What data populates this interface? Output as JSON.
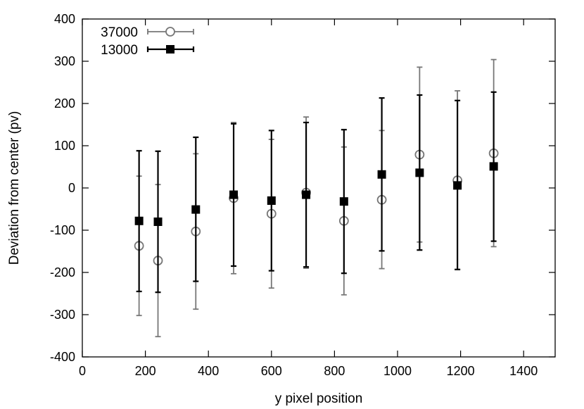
{
  "chart_data": {
    "type": "scatter",
    "xlabel": "y pixel position",
    "ylabel": "Deviation from center (pv)",
    "xlim": [
      0,
      1500
    ],
    "ylim": [
      -400,
      400
    ],
    "xticks": [
      0,
      200,
      400,
      600,
      800,
      1000,
      1200,
      1400
    ],
    "yticks": [
      -400,
      -300,
      -200,
      -100,
      0,
      100,
      200,
      300,
      400
    ],
    "grid": false,
    "legend_position": "top-left",
    "series": [
      {
        "name": "37000",
        "marker": "open-circle",
        "color": "#777777",
        "points": [
          {
            "x": 180,
            "y": -137,
            "err_low": -302,
            "err_high": 28
          },
          {
            "x": 240,
            "y": -172,
            "err_low": -352,
            "err_high": 8
          },
          {
            "x": 360,
            "y": -103,
            "err_low": -287,
            "err_high": 81
          },
          {
            "x": 480,
            "y": -24,
            "err_low": -203,
            "err_high": 155
          },
          {
            "x": 600,
            "y": -61,
            "err_low": -237,
            "err_high": 115
          },
          {
            "x": 710,
            "y": -11,
            "err_low": -190,
            "err_high": 168
          },
          {
            "x": 830,
            "y": -78,
            "err_low": -253,
            "err_high": 97
          },
          {
            "x": 950,
            "y": -28,
            "err_low": -191,
            "err_high": 136
          },
          {
            "x": 1070,
            "y": 79,
            "err_low": -128,
            "err_high": 286
          },
          {
            "x": 1190,
            "y": 18,
            "err_low": -193,
            "err_high": 230
          },
          {
            "x": 1305,
            "y": 82,
            "err_low": -139,
            "err_high": 304
          }
        ]
      },
      {
        "name": "13000",
        "marker": "filled-square",
        "color": "#000000",
        "points": [
          {
            "x": 180,
            "y": -78,
            "err_low": -245,
            "err_high": 88
          },
          {
            "x": 240,
            "y": -80,
            "err_low": -247,
            "err_high": 87
          },
          {
            "x": 360,
            "y": -51,
            "err_low": -221,
            "err_high": 120
          },
          {
            "x": 480,
            "y": -16,
            "err_low": -185,
            "err_high": 152
          },
          {
            "x": 600,
            "y": -30,
            "err_low": -196,
            "err_high": 136
          },
          {
            "x": 710,
            "y": -16,
            "err_low": -187,
            "err_high": 155
          },
          {
            "x": 830,
            "y": -32,
            "err_low": -202,
            "err_high": 138
          },
          {
            "x": 950,
            "y": 32,
            "err_low": -149,
            "err_high": 213
          },
          {
            "x": 1070,
            "y": 36,
            "err_low": -147,
            "err_high": 220
          },
          {
            "x": 1190,
            "y": 6,
            "err_low": -193,
            "err_high": 207
          },
          {
            "x": 1305,
            "y": 51,
            "err_low": -126,
            "err_high": 227
          }
        ]
      }
    ]
  }
}
